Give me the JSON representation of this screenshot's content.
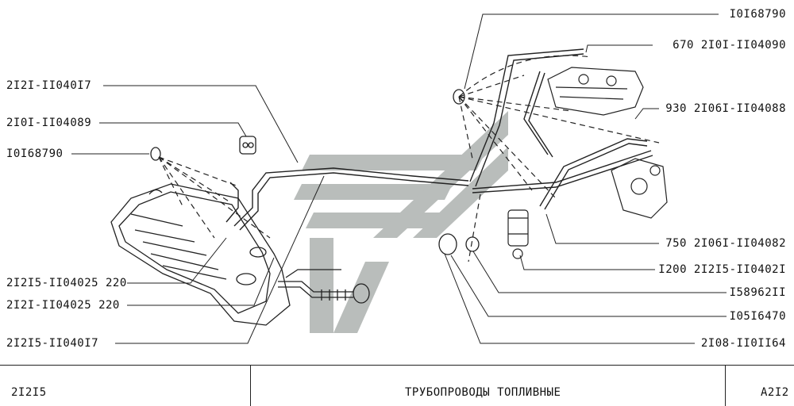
{
  "left_labels": [
    {
      "id": "l1",
      "text": "2I2I-II040I7"
    },
    {
      "id": "l2",
      "text": "2I0I-II04089"
    },
    {
      "id": "l3",
      "text": "I0I68790"
    },
    {
      "id": "l4",
      "text": "2I2I5-II04025 220"
    },
    {
      "id": "l5",
      "text": "2I2I-II04025 220"
    },
    {
      "id": "l6",
      "text": "2I2I5-II040I7"
    }
  ],
  "right_labels": [
    {
      "id": "r1",
      "text": "I0I68790"
    },
    {
      "id": "r2",
      "text": "670 2I0I-II04090"
    },
    {
      "id": "r3",
      "text": "930 2I06I-II04088"
    },
    {
      "id": "r4",
      "text": "750 2I06I-II04082"
    },
    {
      "id": "r5",
      "text": "I200 2I2I5-II0402I"
    },
    {
      "id": "r6",
      "text": "I58962II"
    },
    {
      "id": "r7",
      "text": "I05I6470"
    },
    {
      "id": "r8",
      "text": "2I08-II0II64"
    }
  ],
  "title_block": {
    "model": "2I2I5",
    "title": "ТРУБОПРОВОДЫ  ТОПЛИВНЫЕ",
    "sheet": "A2I2"
  },
  "watermark_color": "#b9bdbb",
  "line_color": "#222222"
}
